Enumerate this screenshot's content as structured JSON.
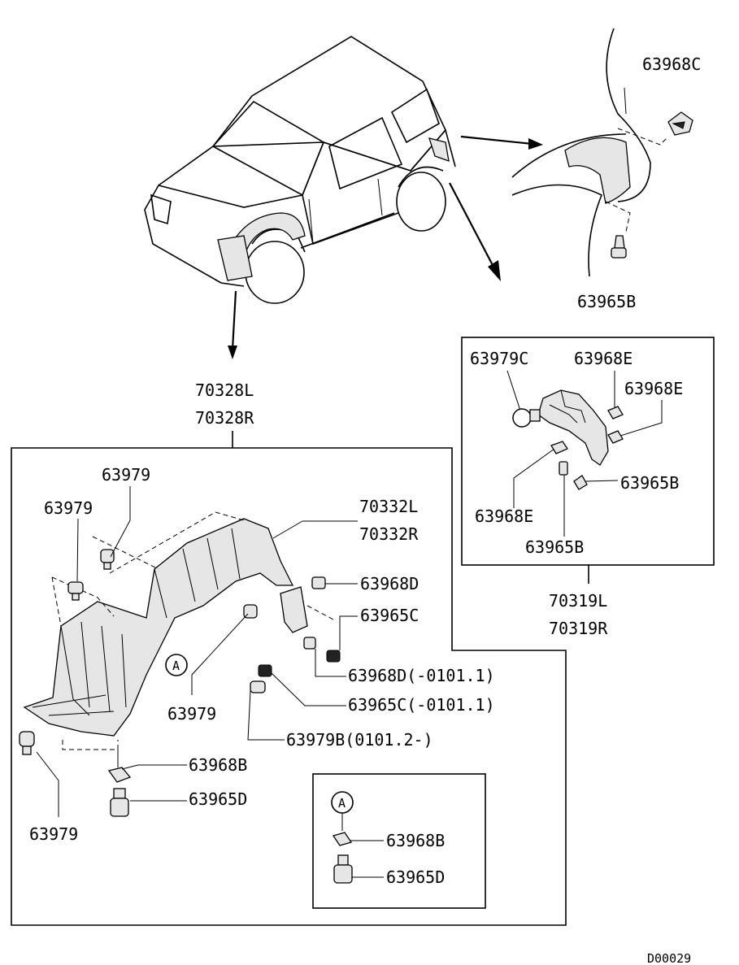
{
  "labels": {
    "fr_liner_upper": "70328L",
    "fr_liner_lower": "70328R",
    "liner_inner_upper": "70332L",
    "liner_inner_lower": "70332R",
    "rr_liner_upper": "70319L",
    "rr_liner_lower": "70319R",
    "clip_left_top": "63979",
    "clip_left_mid": "63979",
    "clip_center": "63979",
    "clip_bottom": "63979",
    "nut_d": "63968D",
    "screw_c": "63965C",
    "nut_d_range": "63968D(-0101.1)",
    "screw_c_range": "63965C(-0101.1)",
    "clip_b_range": "63979B(0101.2-)",
    "nut_b": "63968B",
    "screw_d": "63965D",
    "inset_circle": "A",
    "inset_nut_b": "63968B",
    "inset_screw_d": "63965D",
    "circle_a": "A",
    "top_nut_c": "63968C",
    "top_screw_b": "63965B",
    "rr_clip_c": "63979C",
    "rr_nut_e_top": "63968E",
    "rr_nut_e_right": "63968E",
    "rr_screw_b_right": "63965B",
    "rr_nut_e_left": "63968E",
    "rr_screw_b_bottom": "63965B",
    "diagram_code": "D00029"
  }
}
